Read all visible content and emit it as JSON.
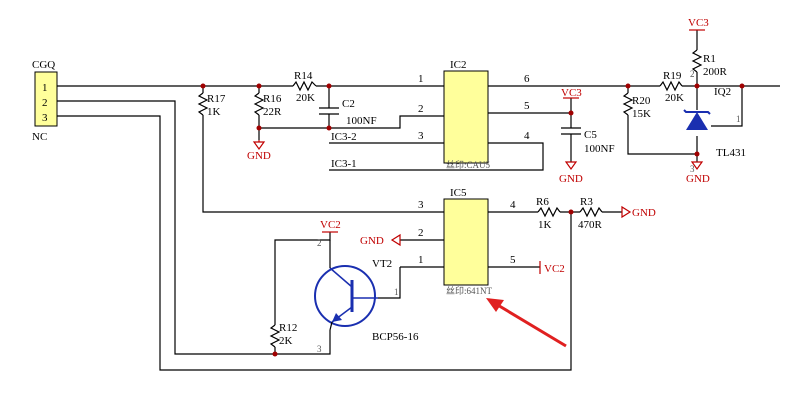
{
  "labels": {
    "cgq": "CGQ",
    "nc": "NC",
    "pin1": "1",
    "pin2": "2",
    "pin3": "3",
    "r14": "R14",
    "r14v": "20K",
    "r17": "R17",
    "r17v": "1K",
    "r16": "R16",
    "r16v": "22R",
    "c2": "C2",
    "c2v": "100NF",
    "gnd": "GND",
    "ic3_2": "IC3-2",
    "ic3_1": "IC3-1",
    "ic2": "IC2",
    "ic2_mark": "丝印:CAU5",
    "ic2p1": "1",
    "ic2p2": "2",
    "ic2p3": "3",
    "ic2p4": "4",
    "ic2p5": "5",
    "ic2p6": "6",
    "vc3": "VC3",
    "c5": "C5",
    "c5v": "100NF",
    "r20": "R20",
    "r20v": "15K",
    "r19": "R19",
    "r19v": "20K",
    "r1": "R1",
    "r1v": "200R",
    "iq2": "IQ2",
    "tl431": "TL431",
    "iq2p1": "1",
    "iq2p2": "2",
    "iq2p3": "3",
    "ic5": "IC5",
    "ic5_mark": "丝印:641NT",
    "ic5p1": "1",
    "ic5p2": "2",
    "ic5p3": "3",
    "ic5p4": "4",
    "ic5p5": "5",
    "r6": "R6",
    "r6v": "1K",
    "r3": "R3",
    "r3v": "470R",
    "vc2": "VC2",
    "vt2": "VT2",
    "bcp": "BCP56-16",
    "r12": "R12",
    "r12v": "2K",
    "q1": "1",
    "q2": "2",
    "q3": "3"
  }
}
